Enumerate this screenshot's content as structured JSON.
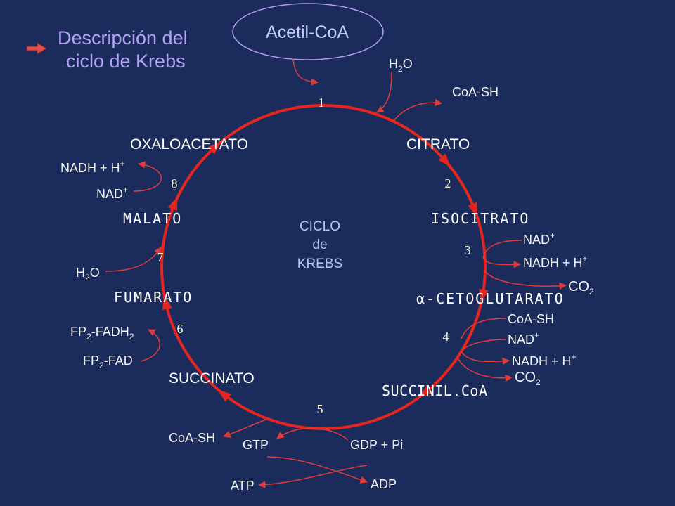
{
  "slide": {
    "title_line1": "Descripción del",
    "title_line2": "ciclo de Krebs",
    "title_icon": "right-arrow-icon"
  },
  "substrate": "Acetil-CoA",
  "center_label": {
    "line1": "CICLO",
    "line2": "de",
    "line3": "KREBS"
  },
  "intermediates": {
    "oxaloacetato": "OXALOACETATO",
    "citrato": "CITRATO",
    "isocitrato": "ISOCITRATO",
    "alfa_cetoglutarato": "α-CETOGLUTARATO",
    "succinil_coa": "SUCCINIL.CoA",
    "succinato": "SUCCINATO",
    "fumarato": "FUMARATO",
    "malato": "MALATO"
  },
  "steps": [
    "1",
    "2",
    "3",
    "4",
    "5",
    "6",
    "7",
    "8"
  ],
  "cofactors": {
    "h2o_step1": [
      "H",
      "2",
      "O"
    ],
    "coa_sh_step1": "CoA-SH",
    "nadh_step8": [
      "NADH + H",
      "+"
    ],
    "nad_step8": [
      "NAD",
      "+"
    ],
    "h2o_step7": [
      "H",
      "2",
      "O"
    ],
    "fadh2_step6": [
      "FP",
      "2",
      "-FADH",
      "2"
    ],
    "fad_step6": [
      "FP",
      "2",
      "-FAD"
    ],
    "nad_step3": [
      "NAD",
      "+"
    ],
    "nadh_step3": [
      "NADH + H",
      "+"
    ],
    "co2_step3": [
      "CO",
      "2"
    ],
    "coa_sh_step4": "CoA-SH",
    "nad_step4": [
      "NAD",
      "+"
    ],
    "nadh_step4": [
      "NADH + H",
      "+"
    ],
    "co2_step4": [
      "CO",
      "2"
    ],
    "coa_sh_step5": "CoA-SH",
    "gtp": "GTP",
    "gdp_pi": "GDP + Pi",
    "atp": "ATP",
    "adp": "ADP"
  },
  "colors": {
    "background": "#1b2c5c",
    "cycle": "#e5261f",
    "side_arrows": "#de3b3b",
    "title": "#b3a2f6",
    "substrate_text": "#c9cdfd",
    "substrate_outline": "#b49cf2",
    "step_numbers": "#fffcc6",
    "labels": "#ffffff",
    "center_label": "#b7c3f2"
  }
}
